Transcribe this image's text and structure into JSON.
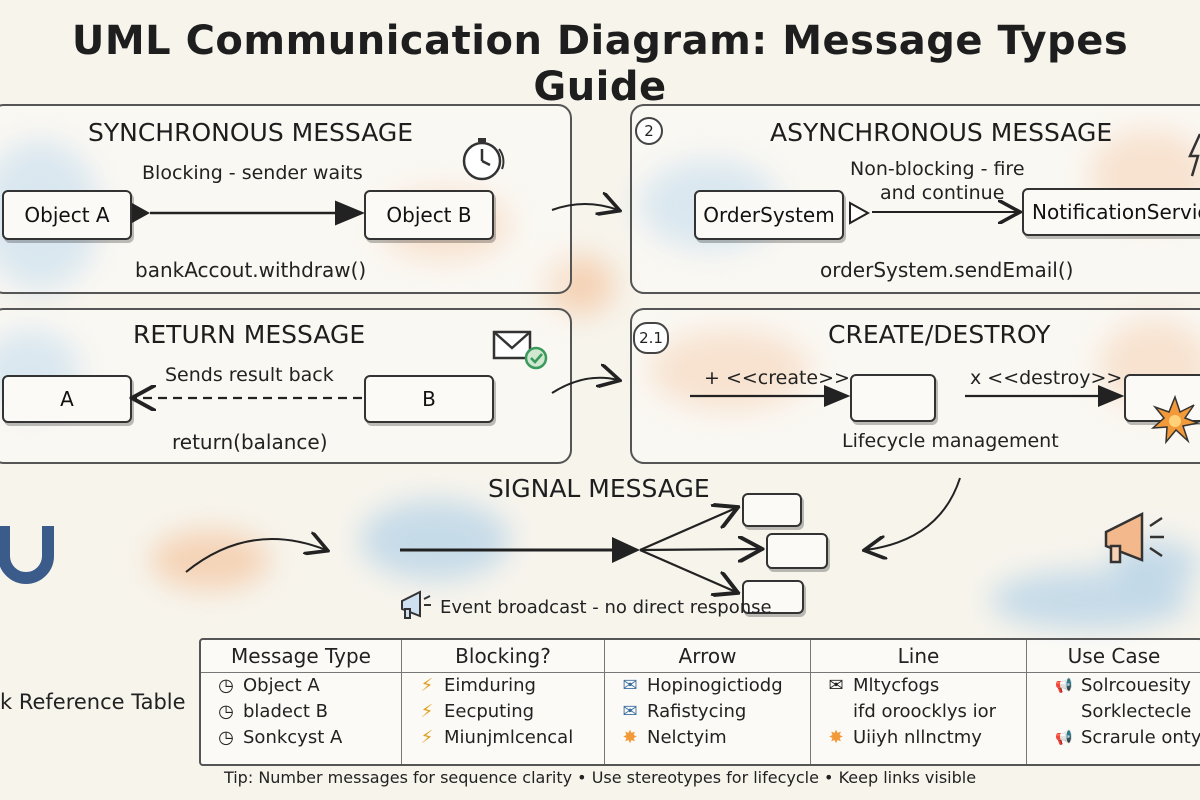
{
  "title": "UML Communication Diagram: Message Types Guide",
  "panels": {
    "synchronous": {
      "title": "SYNCHRONOUS MESSAGE",
      "label": "Blocking - sender waits",
      "from": "Object A",
      "to": "Object B",
      "code": "bankAccout.withdraw()",
      "icon": "stopwatch-icon"
    },
    "asynchronous": {
      "badge": "2",
      "title": "ASYNCHRONOUS MESSAGE",
      "label_line1": "Non-blocking - fire",
      "label_line2": "and continue",
      "from": "OrderSystem",
      "to": "NotificationServic",
      "code": "orderSystem.sendEmail()",
      "icon": "lightning-icon"
    },
    "return": {
      "title": "RETURN MESSAGE",
      "label": "Sends result back",
      "from": "A",
      "to": "B",
      "code": "return(balance)",
      "icon": "envelope-check-icon"
    },
    "create_destroy": {
      "badge": "2.1",
      "title": "CREATE/DESTROY",
      "create_label": "+ <<create>>",
      "destroy_label": "x <<destroy>>",
      "caption": "Lifecycle management",
      "icon": "explosion-icon"
    }
  },
  "signal": {
    "title": "SIGNAL MESSAGE",
    "caption": "Event broadcast - no direct response",
    "icon": "megaphone-icon"
  },
  "reference_table": {
    "side_label": "k Reference Table",
    "columns": [
      {
        "header": "Message Type",
        "rows": [
          {
            "icon": "clock-icon",
            "glyph": "◷",
            "text": "Object A"
          },
          {
            "icon": "clock-icon",
            "glyph": "◷",
            "text": "bladect B"
          },
          {
            "icon": "clock-icon",
            "glyph": "◷",
            "text": "Sonkcyst A"
          }
        ]
      },
      {
        "header": "Blocking?",
        "rows": [
          {
            "icon": "lightning-icon",
            "glyph": "⚡",
            "text": "Eimduring"
          },
          {
            "icon": "lightning-icon",
            "glyph": "⚡",
            "text": "Eecputing"
          },
          {
            "icon": "lightning-icon",
            "glyph": "⚡",
            "text": "Miunjmlcencal"
          }
        ]
      },
      {
        "header": "Arrow",
        "rows": [
          {
            "icon": "envelope-icon",
            "glyph": "✉",
            "text": "Hopinogictiodg"
          },
          {
            "icon": "envelope-icon",
            "glyph": "✉",
            "text": "Rafistycing"
          },
          {
            "icon": "burst-icon",
            "glyph": "✸",
            "text": "Nelctyim"
          }
        ]
      },
      {
        "header": "Line",
        "rows": [
          {
            "icon": "envelope-icon",
            "glyph": "✉",
            "text": "Mltycfogs"
          },
          {
            "icon": "",
            "glyph": "",
            "text": "ifd oroocklys ior"
          },
          {
            "icon": "burst-icon",
            "glyph": "✸",
            "text": "Uiiyh nllnctmy"
          }
        ]
      },
      {
        "header": "Use Case",
        "rows": [
          {
            "icon": "megaphone-icon",
            "glyph": "📢",
            "text": "Solrcouesity"
          },
          {
            "icon": "",
            "glyph": "",
            "text": "Sorklectecle"
          },
          {
            "icon": "megaphone-icon",
            "glyph": "📢",
            "text": "Scrarule onty"
          }
        ]
      }
    ]
  },
  "tip": "Tip: Number messages for sequence clarity • Use stereotypes for lifecycle • Keep links visible",
  "colors": {
    "ink": "#222222",
    "blue_wash": "#9fc7e6",
    "orange_wash": "#f3b98c",
    "accent_orange": "#f29a3a",
    "check_green": "#3a9a5b"
  }
}
